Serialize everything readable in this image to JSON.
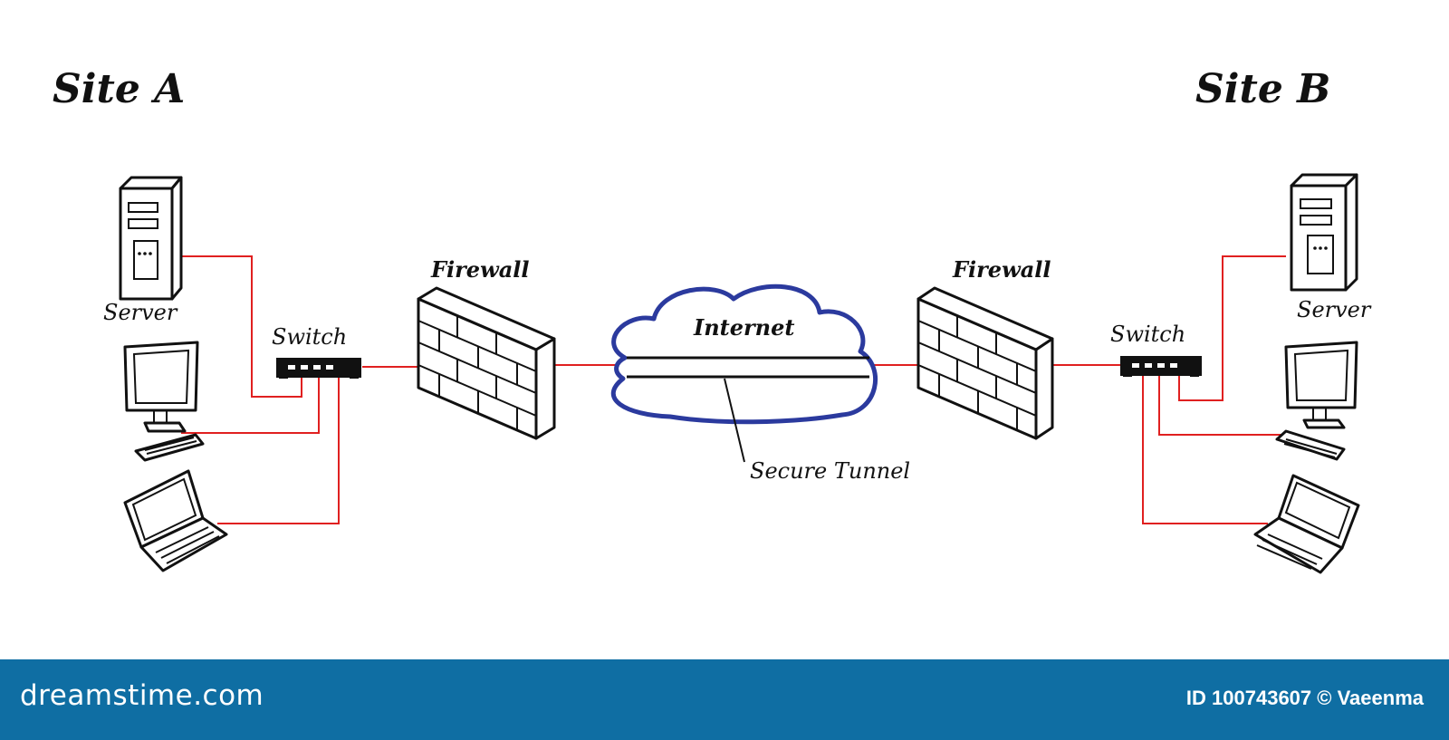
{
  "titles": {
    "site_a": "Site A",
    "site_b": "Site B"
  },
  "site_a": {
    "server_label": "Server",
    "switch_label": "Switch",
    "firewall_label": "Firewall"
  },
  "site_b": {
    "server_label": "Server",
    "switch_label": "Switch",
    "firewall_label": "Firewall"
  },
  "cloud": {
    "label": "Internet",
    "tunnel_label": "Secure Tunnel"
  },
  "footer": {
    "logo": "dreamstime.com",
    "id_text": "ID 100743607 © Vaeenma"
  },
  "colors": {
    "wire": "#e02020",
    "cloud": "#2b3a9e",
    "footer_bg": "#0f6ea3"
  },
  "icons": [
    "server-icon",
    "monitor-icon",
    "keyboard-icon",
    "laptop-icon",
    "switch-icon",
    "firewall-icon",
    "cloud-icon"
  ]
}
